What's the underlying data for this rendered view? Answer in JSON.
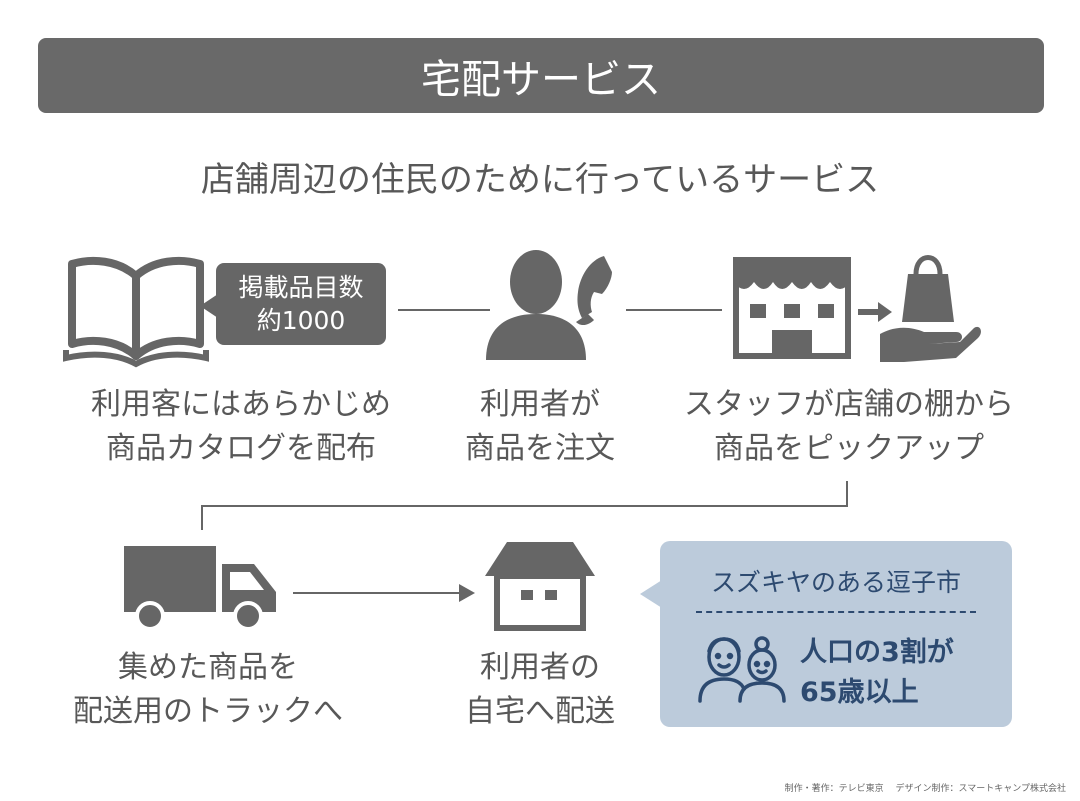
{
  "title": "宅配サービス",
  "subtitle": "店舗周辺の住民のために行っているサービス",
  "catalog_badge": {
    "line1": "掲載品目数",
    "line2": "約1000"
  },
  "steps": [
    {
      "line1": "利用客にはあらかじめ",
      "line2": "商品カタログを配布",
      "icon": "open-book-icon"
    },
    {
      "line1": "利用者が",
      "line2": "商品を注文",
      "icon": "person-phone-icon"
    },
    {
      "line1": "スタッフが店舗の棚から",
      "line2": "商品をピックアップ",
      "icon": "store-handoff-icon"
    },
    {
      "line1": "集めた商品を",
      "line2": "配送用のトラックへ",
      "icon": "truck-icon"
    },
    {
      "line1": "利用者の",
      "line2": "自宅へ配送",
      "icon": "house-icon"
    }
  ],
  "callout": {
    "title": "スズキヤのある逗子市",
    "stat_line1": "人口の3割が",
    "stat_line2": "65歳以上",
    "icon": "elderly-couple-icon"
  },
  "credit": "制作・著作：テレビ東京　 デザイン制作：スマートキャンプ株式会社",
  "colors": {
    "primary_gray": "#666666",
    "callout_bg": "#bccbdb",
    "callout_text": "#2d4a70"
  }
}
